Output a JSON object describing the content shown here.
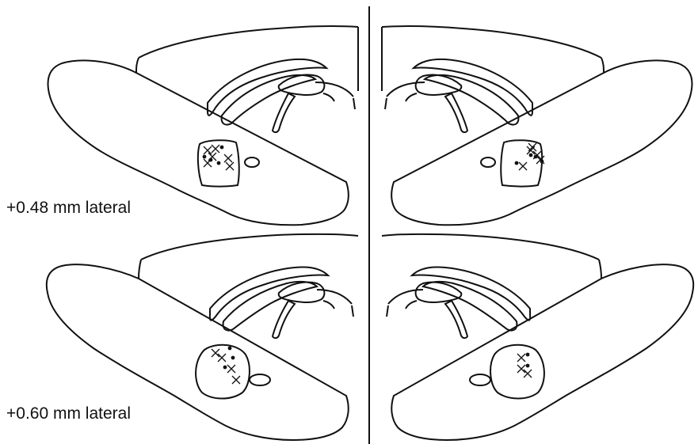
{
  "figure": {
    "panels": [
      {
        "row": 1,
        "lateral_label": "+0.48 mm lateral"
      },
      {
        "row": 2,
        "lateral_label": "+0.60 mm lateral"
      }
    ],
    "markers": {
      "filled_dot": "dot",
      "cross": "x"
    },
    "colors": {
      "ink": "#111111",
      "background": "#ffffff"
    }
  }
}
